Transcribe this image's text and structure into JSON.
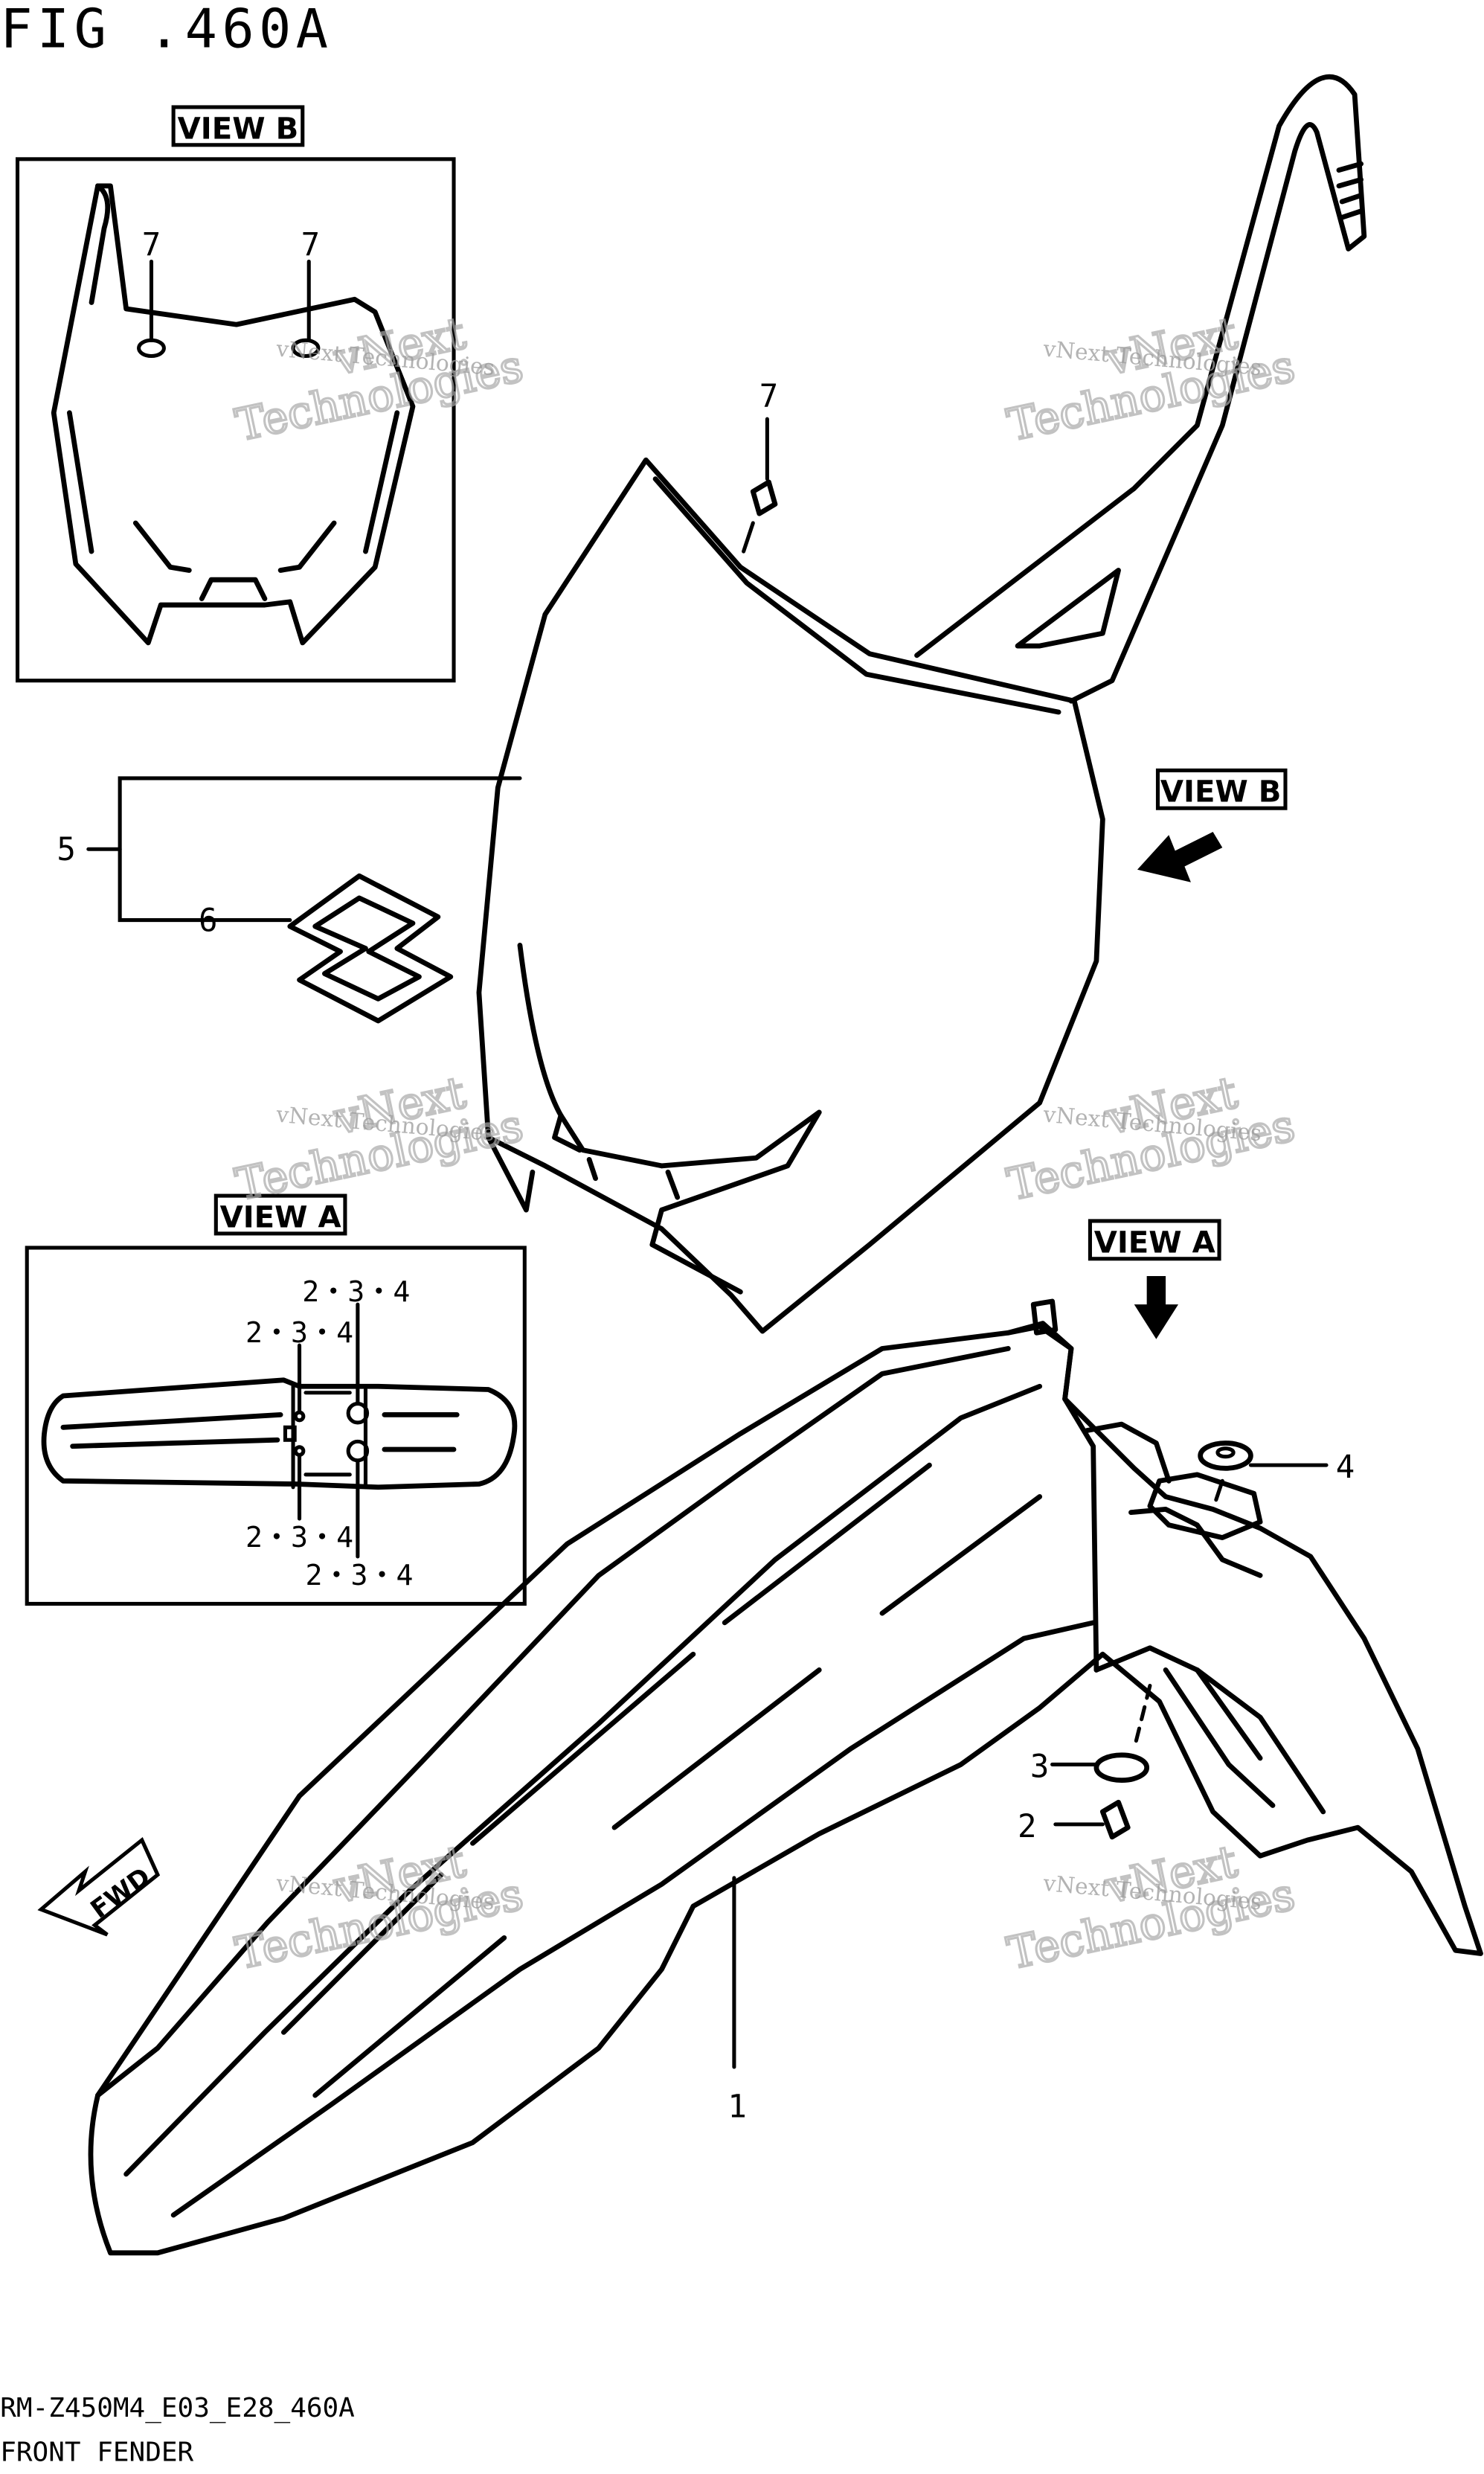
{
  "figure_title": "FIG .460A",
  "view_labels": {
    "view_a": "VIEW A",
    "view_b": "VIEW B"
  },
  "callouts": {
    "c1": "1",
    "c2": "2",
    "c3": "3",
    "c4": "4",
    "c5": "5",
    "c6": "6",
    "c7_main": "7",
    "c7_view_b_left": "7",
    "c7_view_b_right": "7",
    "inset_a_top_right": "2・3・4",
    "inset_a_top_left": "2・3・4",
    "inset_a_bottom_left": "2・3・4",
    "inset_a_bottom_right": "2・3・4"
  },
  "fwd_label": "FWD",
  "watermark": {
    "line1": "vNext Technologies",
    "line2": "vNext",
    "line3": "Technologies"
  },
  "footer": {
    "model_code": "RM-Z450M4_E03_E28_460A",
    "part_name": "FRONT FENDER"
  }
}
